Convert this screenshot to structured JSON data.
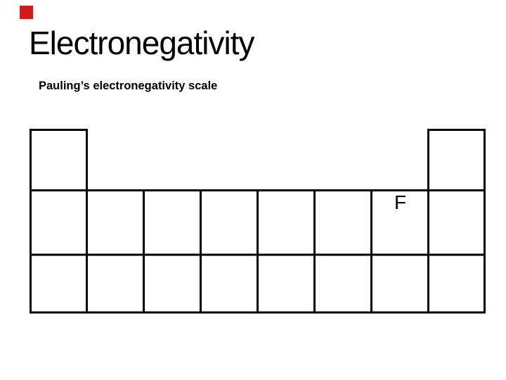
{
  "slide": {
    "title": "Electronegativity",
    "subtitle": "Pauling’s electronegativity scale",
    "background_color": "#ffffff",
    "accent_square_color": "#CE1B1B"
  },
  "periodic_table": {
    "line_color": "#000000",
    "rows": 3,
    "columns": 8,
    "top_row_occupied_columns": [
      1,
      8
    ],
    "highlighted_cell": {
      "row": 2,
      "column": 7,
      "label": "F"
    }
  }
}
